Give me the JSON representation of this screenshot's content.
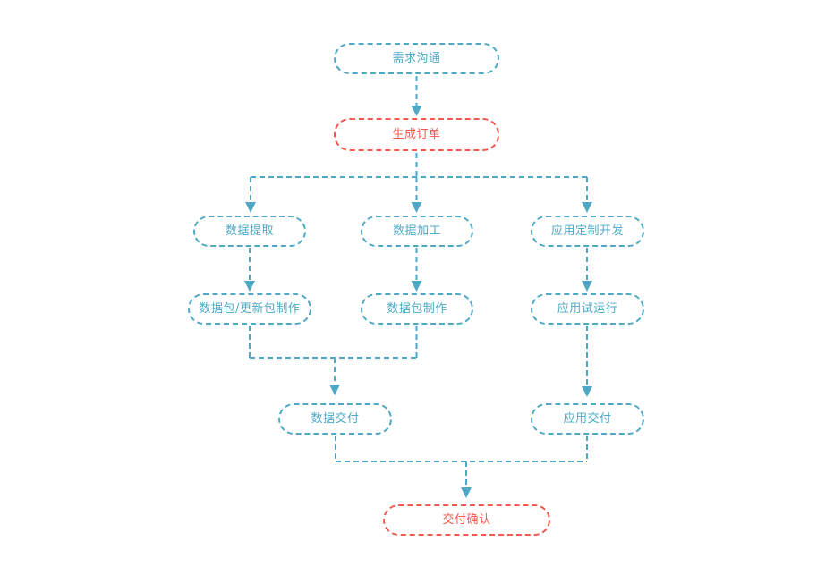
{
  "flowchart": {
    "title": "",
    "colors": {
      "node_default": "#4fa9c6",
      "node_highlight": "#f4584e",
      "background": "#ffffff"
    },
    "nodes": [
      {
        "id": "requirement-communication",
        "label": "需求沟通",
        "type": "normal"
      },
      {
        "id": "generate-order",
        "label": "生成订单",
        "type": "highlight"
      },
      {
        "id": "data-extraction",
        "label": "数据提取",
        "type": "normal"
      },
      {
        "id": "data-processing",
        "label": "数据加工",
        "type": "normal"
      },
      {
        "id": "app-custom-development",
        "label": "应用定制开发",
        "type": "normal"
      },
      {
        "id": "data-package-update-package-creation",
        "label": "数据包/更新包制作",
        "type": "normal"
      },
      {
        "id": "data-package-creation",
        "label": "数据包制作",
        "type": "normal"
      },
      {
        "id": "app-trial-run",
        "label": "应用试运行",
        "type": "normal"
      },
      {
        "id": "data-delivery",
        "label": "数据交付",
        "type": "normal"
      },
      {
        "id": "app-delivery",
        "label": "应用交付",
        "type": "normal"
      },
      {
        "id": "delivery-confirmation",
        "label": "交付确认",
        "type": "highlight"
      }
    ],
    "edges": [
      {
        "from": "requirement-communication",
        "to": "generate-order"
      },
      {
        "from": "generate-order",
        "to": "data-extraction"
      },
      {
        "from": "generate-order",
        "to": "data-processing"
      },
      {
        "from": "generate-order",
        "to": "app-custom-development"
      },
      {
        "from": "data-extraction",
        "to": "data-package-update-package-creation"
      },
      {
        "from": "data-processing",
        "to": "data-package-creation"
      },
      {
        "from": "app-custom-development",
        "to": "app-trial-run"
      },
      {
        "from": "data-package-update-package-creation",
        "to": "data-delivery"
      },
      {
        "from": "data-package-creation",
        "to": "data-delivery"
      },
      {
        "from": "app-trial-run",
        "to": "app-delivery"
      },
      {
        "from": "data-delivery",
        "to": "delivery-confirmation"
      },
      {
        "from": "app-delivery",
        "to": "delivery-confirmation"
      }
    ]
  }
}
